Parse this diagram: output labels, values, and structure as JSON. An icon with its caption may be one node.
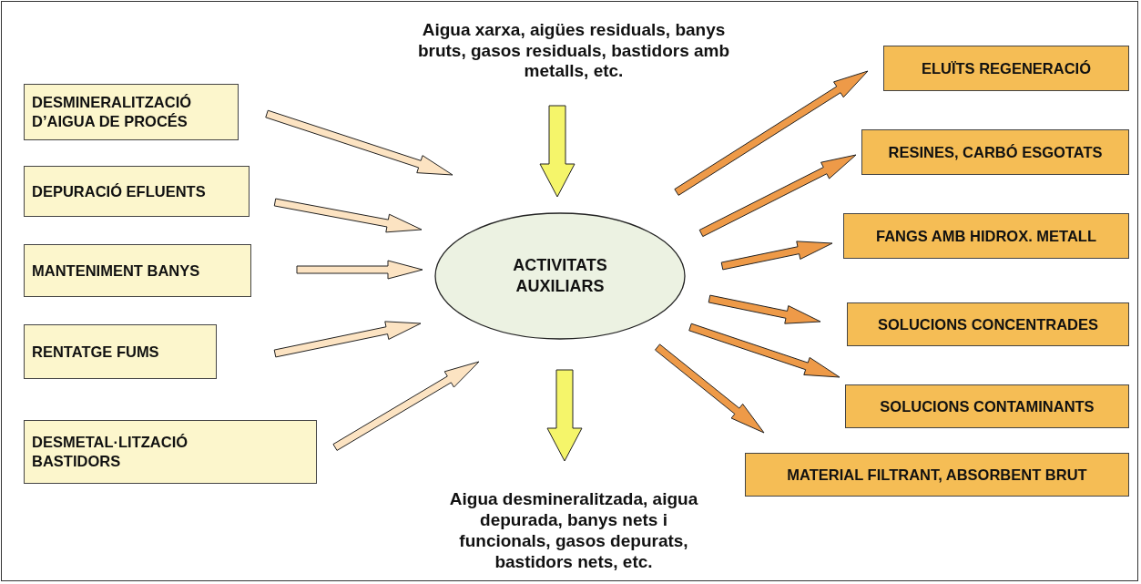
{
  "diagram": {
    "nodes": [
      {
        "text": [
          "Aigua xarxa, aigües residuals, banys bruts, gasos residuals, bastidors amb metalls, etc."
        ]
      },
      {
        "text": [
          "DESMINERALITZACIÓ D’AIGUA DE PROCÉS"
        ]
      },
      {
        "text": [
          "DEPURACIÓ EFLUENTS"
        ]
      },
      {
        "text": [
          "MANTENIMENT BANYS"
        ]
      },
      {
        "text": [
          "RENTATGE FUMS"
        ]
      },
      {
        "text": [
          "DESMETAL·LITZACIÓ BASTIDORS"
        ]
      },
      {
        "text": [
          "ACTIVITATS AUXILIARS"
        ]
      },
      {
        "text": [
          "ELUÏTS REGENERACIÓ"
        ]
      },
      {
        "text": [
          "RESINES, CARBÓ ESGOTATS"
        ]
      },
      {
        "text": [
          "FANGS AMB HIDROX. METALL"
        ]
      },
      {
        "text": [
          "SOLUCIONS CONCENTRADES"
        ]
      },
      {
        "text": [
          "SOLUCIONS CONTAMINANTS"
        ]
      },
      {
        "text": [
          "MATERIAL FILTRANT, ABSORBENT BRUT"
        ]
      },
      {
        "text": [
          "Aigua desmineralitzada, aigua depurada, banys nets i funcionals, gasos depurats, bastidors nets, etc."
        ]
      }
    ],
    "edges": [
      {
        "from": 0,
        "to": 6,
        "arrow": "to",
        "style": "thick",
        "color": "#f5f56a"
      },
      {
        "from": 1,
        "to": 6,
        "arrow": "to",
        "color": "#fce3c2"
      },
      {
        "from": 2,
        "to": 6,
        "arrow": "to",
        "color": "#fce3c2"
      },
      {
        "from": 3,
        "to": 6,
        "arrow": "to",
        "color": "#fce3c2"
      },
      {
        "from": 4,
        "to": 6,
        "arrow": "to",
        "color": "#fce3c2"
      },
      {
        "from": 5,
        "to": 6,
        "arrow": "to",
        "color": "#fce3c2"
      },
      {
        "from": 6,
        "to": 7,
        "arrow": "to"
      },
      {
        "from": 6,
        "to": 8,
        "arrow": "to"
      },
      {
        "from": 6,
        "to": 9,
        "arrow": "to"
      },
      {
        "from": 6,
        "to": 10,
        "arrow": "to"
      },
      {
        "from": 6,
        "to": 11,
        "arrow": "to"
      },
      {
        "from": 6,
        "to": 12,
        "arrow": "to"
      },
      {
        "from": 6,
        "to": 13,
        "arrow": "to",
        "style": "thick",
        "color": "#f5f56a"
      }
    ]
  }
}
